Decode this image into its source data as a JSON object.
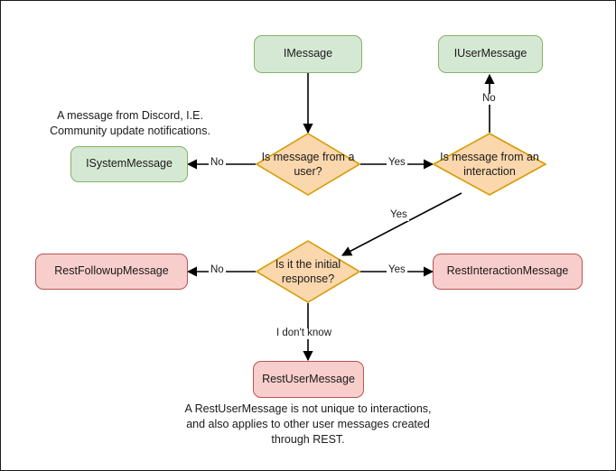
{
  "diagram": {
    "title": "Discord message type decision flowchart",
    "colors": {
      "green_fill": "#d5e8d4",
      "green_stroke": "#82b366",
      "orange_fill": "#fad7ac",
      "orange_stroke": "#d79b00",
      "pink_fill": "#f8cecc",
      "pink_stroke": "#b85450",
      "edge_stroke": "#000000",
      "canvas_border": "#1a1a1a",
      "background": "#ffffff"
    },
    "nodes": {
      "imessage": {
        "label": "IMessage",
        "shape": "rounded-rect",
        "color": "green"
      },
      "iusermessage": {
        "label": "IUserMessage",
        "shape": "rounded-rect",
        "color": "green"
      },
      "isystemmessage": {
        "label": "ISystemMessage",
        "shape": "rounded-rect",
        "color": "green"
      },
      "is_message_from_user": {
        "label": "Is message from a user?",
        "shape": "diamond",
        "color": "orange"
      },
      "is_message_from_interaction": {
        "label": "Is message from an interaction",
        "shape": "diamond",
        "color": "orange"
      },
      "is_initial_response": {
        "label": "Is it the initial response?",
        "shape": "diamond",
        "color": "orange"
      },
      "restfollowupmessage": {
        "label": "RestFollowupMessage",
        "shape": "rounded-rect",
        "color": "pink"
      },
      "restinteractionmessage": {
        "label": "RestInteractionMessage",
        "shape": "rounded-rect",
        "color": "pink"
      },
      "restusermessage": {
        "label": "RestUserMessage",
        "shape": "rounded-rect",
        "color": "pink"
      }
    },
    "edge_labels": {
      "user_no": "No",
      "user_yes": "Yes",
      "interaction_no": "No",
      "interaction_yes": "Yes",
      "initial_no": "No",
      "initial_yes": "Yes",
      "initial_unknown": "I don't know"
    },
    "notes": {
      "system_message_note": "A message from Discord, I.E.\nCommunity update notifications.",
      "system_message_note_line1": "A message from Discord, I.E.",
      "system_message_note_line2": "Community update notifications.",
      "rest_user_message_note_line1": "A RestUserMessage is not unique to interactions,",
      "rest_user_message_note_line2": "and also applies to other user messages created",
      "rest_user_message_note_line3": "through REST."
    }
  }
}
